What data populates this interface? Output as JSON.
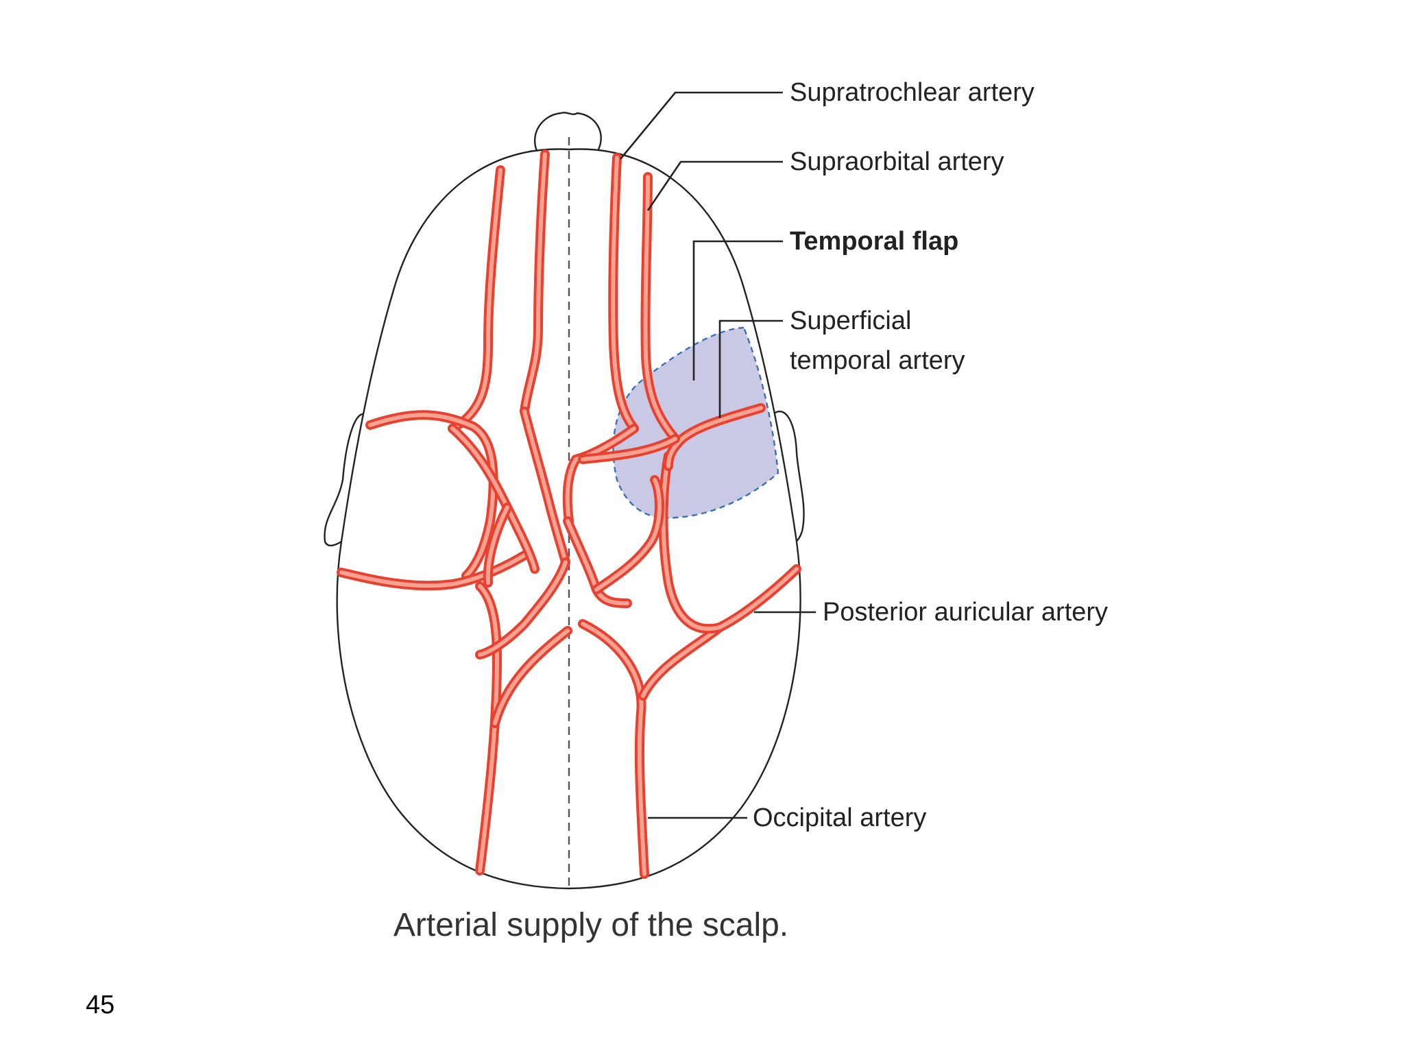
{
  "figure": {
    "labels": {
      "supratrochlear": "Supratrochlear artery",
      "supraorbital": "Supraorbital artery",
      "temporal_flap": "Temporal flap",
      "superficial_temporal_line1": "Superficial",
      "superficial_temporal_line2": "temporal artery",
      "posterior_auricular": "Posterior auricular artery",
      "occipital": "Occipital artery"
    },
    "caption": "Arterial supply of the scalp.",
    "colors": {
      "artery": "#e8412f",
      "artery_highlight": "#f8a293",
      "flap_fill": "#c9c9e6",
      "flap_border": "#3a6fb5",
      "outline": "#222222"
    }
  },
  "slide": {
    "number": "45"
  }
}
